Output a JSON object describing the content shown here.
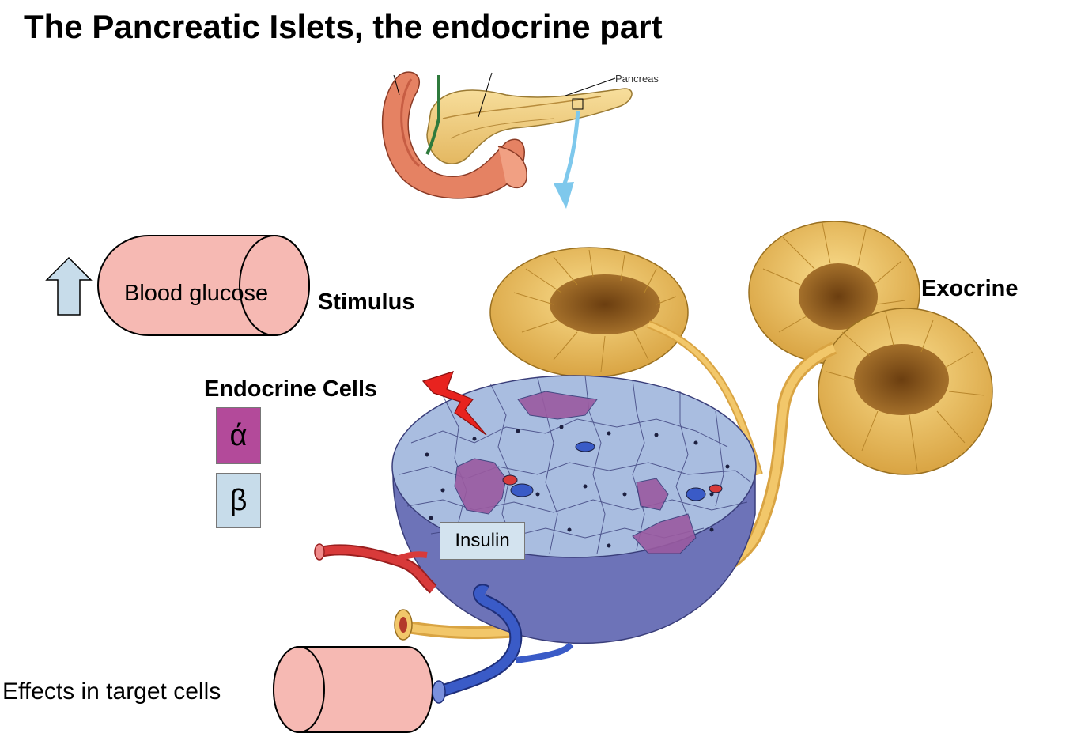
{
  "title": "The Pancreatic Islets, the endocrine part",
  "pancreas_label": "Pancreas",
  "stimulus": {
    "cylinder_label": "Blood glucose",
    "label": "Stimulus",
    "arrow": "up-arrow-icon"
  },
  "exocrine_label": "Exocrine",
  "endocrine": {
    "heading": "Endocrine Cells",
    "cells": [
      {
        "symbol": "ά",
        "color": "#b34a9a"
      },
      {
        "symbol": "β",
        "color": "#c7dcea"
      }
    ]
  },
  "hormone_label": "Insulin",
  "effects_label": "Effects in target cells",
  "colors": {
    "cylinder_fill": "#f6b9b3",
    "acini": "#f2c76a",
    "islet_top": "#a9bde0",
    "islet_side": "#6d73b8",
    "alpha_cells": "#9a5aa0",
    "artery": "#d83a3a",
    "vein": "#3a5bc7",
    "duct": "#e8b84a",
    "arrow_fill": "#c7dcea",
    "lightning": "#e8231f"
  }
}
